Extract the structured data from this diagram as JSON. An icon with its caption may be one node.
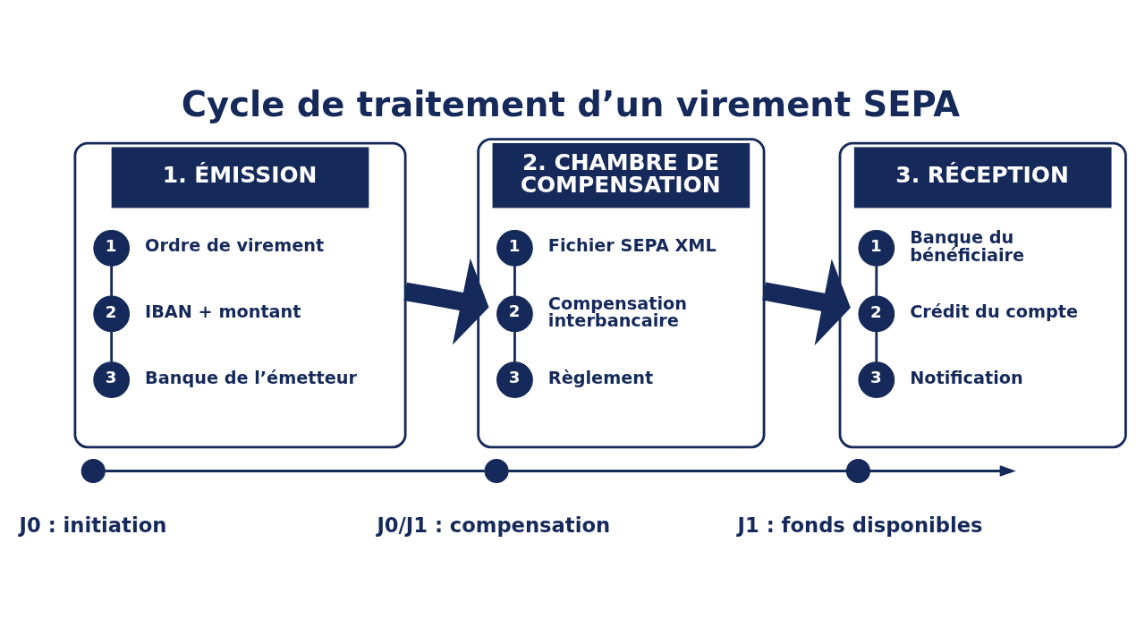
{
  "diagram": {
    "title": "Cycle de traitement d’un virement SEPA",
    "nodes": [
      {
        "text": [
          "1. ÉMISSION"
        ]
      },
      {
        "text": [
          "1"
        ],
        "in": 0,
        "beside": [
          "Ordre de virement"
        ]
      },
      {
        "text": [
          "2"
        ],
        "in": 0,
        "beside": [
          "IBAN + montant"
        ]
      },
      {
        "text": [
          "3"
        ],
        "in": 0,
        "beside": [
          "Banque de l’émetteur"
        ]
      },
      {
        "text": [
          "2. CHAMBRE DE COMPENSATION"
        ]
      },
      {
        "text": [
          "1"
        ],
        "in": 4,
        "beside": [
          "Fichier SEPA XML"
        ]
      },
      {
        "text": [
          "2"
        ],
        "in": 4,
        "beside": [
          "Compensation interbancaire"
        ]
      },
      {
        "text": [
          "3"
        ],
        "in": 4,
        "beside": [
          "Règlement"
        ]
      },
      {
        "text": [
          "3. RÉCEPTION"
        ]
      },
      {
        "text": [
          "1"
        ],
        "in": 8,
        "beside": [
          "Banque du bénéficiaire"
        ]
      },
      {
        "text": [
          "2"
        ],
        "in": 8,
        "beside": [
          "Crédit du compte"
        ]
      },
      {
        "text": [
          "3"
        ],
        "in": 8,
        "beside": [
          "Notification"
        ]
      },
      {
        "text": [],
        "shape": "circle",
        "beside": [
          "J0 : initiation"
        ]
      },
      {
        "text": [],
        "shape": "circle",
        "beside": [
          "J0/J1 : compensation"
        ]
      },
      {
        "text": [],
        "shape": "circle",
        "beside": [
          "J1 : fonds disponibles"
        ]
      }
    ],
    "edges": [
      {
        "from": 1,
        "to": 2,
        "arrow": "none"
      },
      {
        "from": 2,
        "to": 3,
        "arrow": "none"
      },
      {
        "from": 5,
        "to": 6,
        "arrow": "none"
      },
      {
        "from": 6,
        "to": 7,
        "arrow": "none"
      },
      {
        "from": 9,
        "to": 10,
        "arrow": "none"
      },
      {
        "from": 10,
        "to": 11,
        "arrow": "none"
      },
      {
        "from": 0,
        "to": 4,
        "arrow": "to",
        "style": "thick"
      },
      {
        "from": 4,
        "to": 8,
        "arrow": "to",
        "style": "thick"
      },
      {
        "from": 12,
        "to": 13,
        "arrow": "none"
      },
      {
        "from": 13,
        "to": 14,
        "arrow": "none"
      },
      {
        "from": 14,
        "to": null,
        "arrow": "to"
      }
    ]
  }
}
